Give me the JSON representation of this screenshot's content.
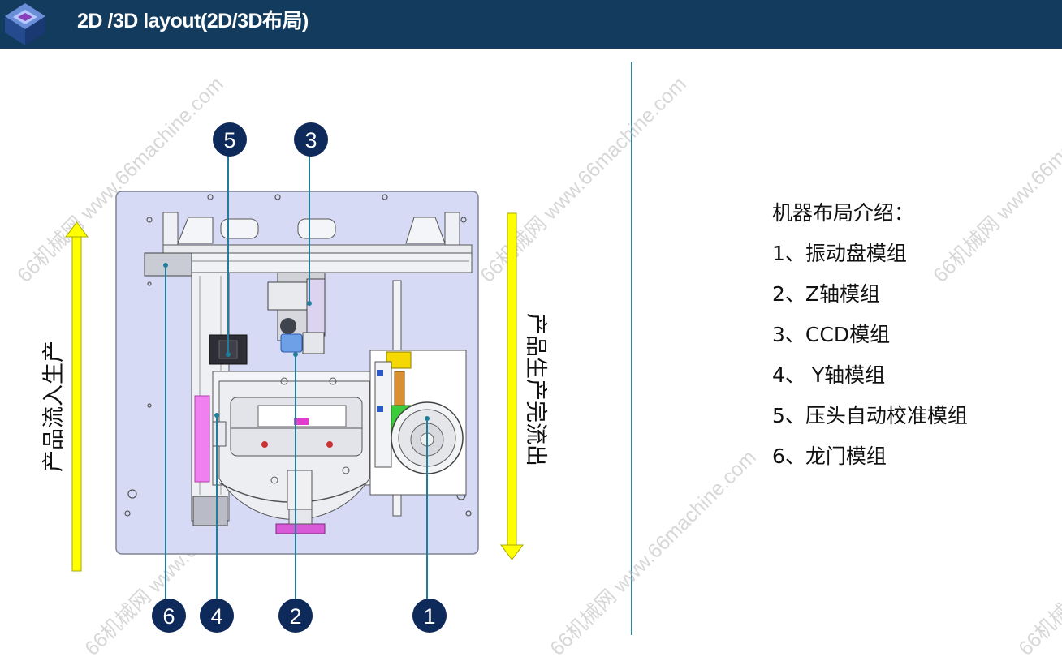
{
  "header": {
    "title": "2D /3D layout(2D/3D布局)"
  },
  "watermark": "66机械网 www.66machine.com",
  "flow": {
    "left": "产品流入生产",
    "right": "产品生产完流出",
    "arrow_color": "#ffff00"
  },
  "badges": [
    "5",
    "3",
    "6",
    "4",
    "2",
    "1"
  ],
  "intro": {
    "heading": "机器布局介绍：",
    "items": [
      "1、振动盘模组",
      "2、Z轴模组",
      "3、CCD模组",
      "4、 Y轴模组",
      "5、压头自动校准模组",
      "6、龙门模组"
    ]
  },
  "colors": {
    "header": "#133b5e",
    "plate": "#d6daf5",
    "badge": "#0e2a5a",
    "divider": "#3b7f9b"
  }
}
